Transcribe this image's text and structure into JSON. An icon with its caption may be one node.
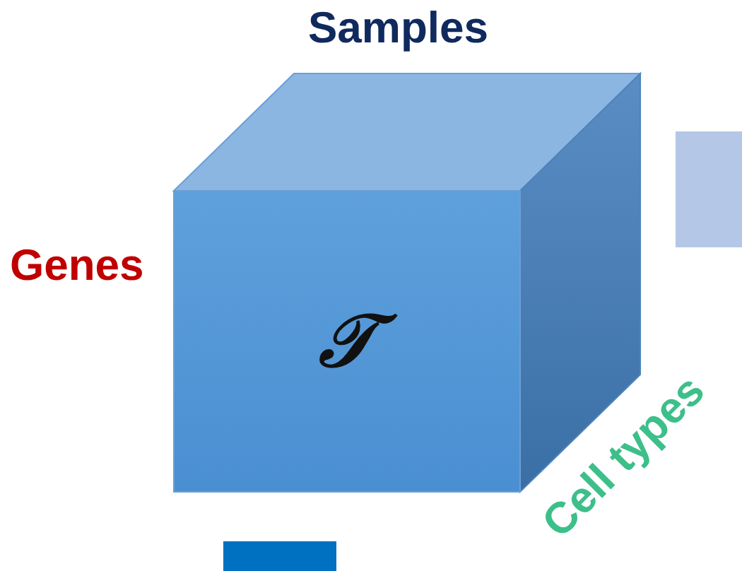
{
  "diagram": {
    "nodes": [
      {
        "text": [
          "𝒯"
        ]
      }
    ],
    "labels": [
      "Samples",
      "Genes",
      "Cell types"
    ]
  }
}
